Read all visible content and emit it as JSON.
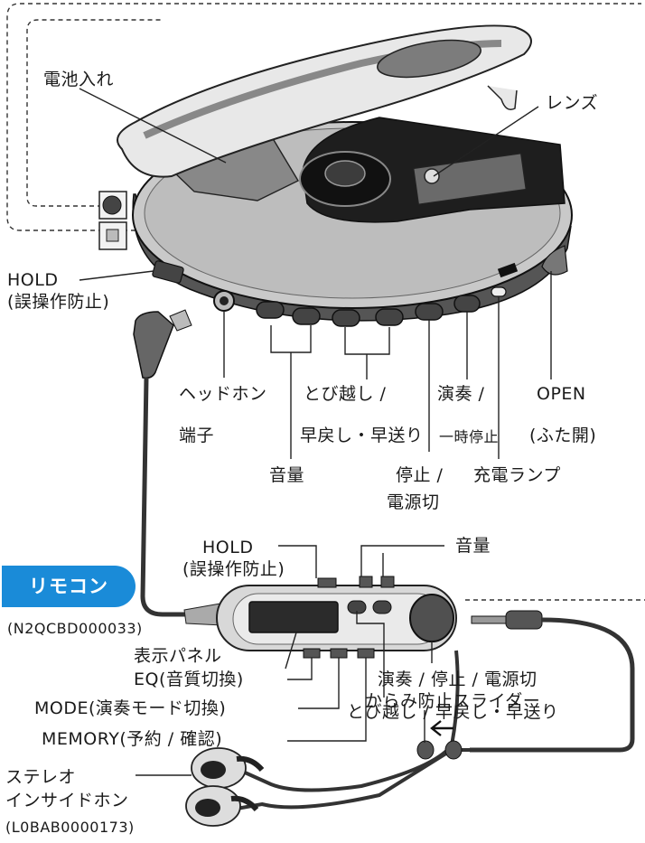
{
  "colors": {
    "accent": "#1a8bd8",
    "line": "#1a1a1a",
    "body": "#c8c8c8",
    "dark": "#2a2a2a"
  },
  "labels": {
    "battery": "電池入れ",
    "lens": "レンズ",
    "hold_main": "HOLD",
    "hold_main_sub": "(誤操作防止)",
    "headphone": "ヘッドホン",
    "headphone_sub": "端子",
    "skip": "とび越し /",
    "skip_sub": "早戻し・早送り",
    "play": "演奏 /",
    "play_sub": "一時停止",
    "open": "OPEN",
    "open_sub": "(ふた開)",
    "volume_main": "音量",
    "stop": "停止 /",
    "stop_sub": "電源切",
    "charge_lamp": "充電ランプ",
    "remote_badge": "リモコン",
    "remote_part": "(N2QCBD000033)",
    "hold_remote": "HOLD",
    "hold_remote_sub": "(誤操作防止)",
    "volume_remote": "音量",
    "display_panel": "表示パネル",
    "eq": "EQ(音質切換)",
    "mode": "MODE(演奏モード切換)",
    "memory": "MEMORY(予約 / 確認)",
    "play_stop_power": "演奏 / 停止 / 電源切",
    "skip_remote": "とび越し / 早戻し・早送り",
    "tangle_slider": "からみ防止スライダー",
    "earphone": "ステレオ",
    "earphone_sub": "インサイドホン",
    "earphone_part": "(L0BAB0000173)"
  }
}
